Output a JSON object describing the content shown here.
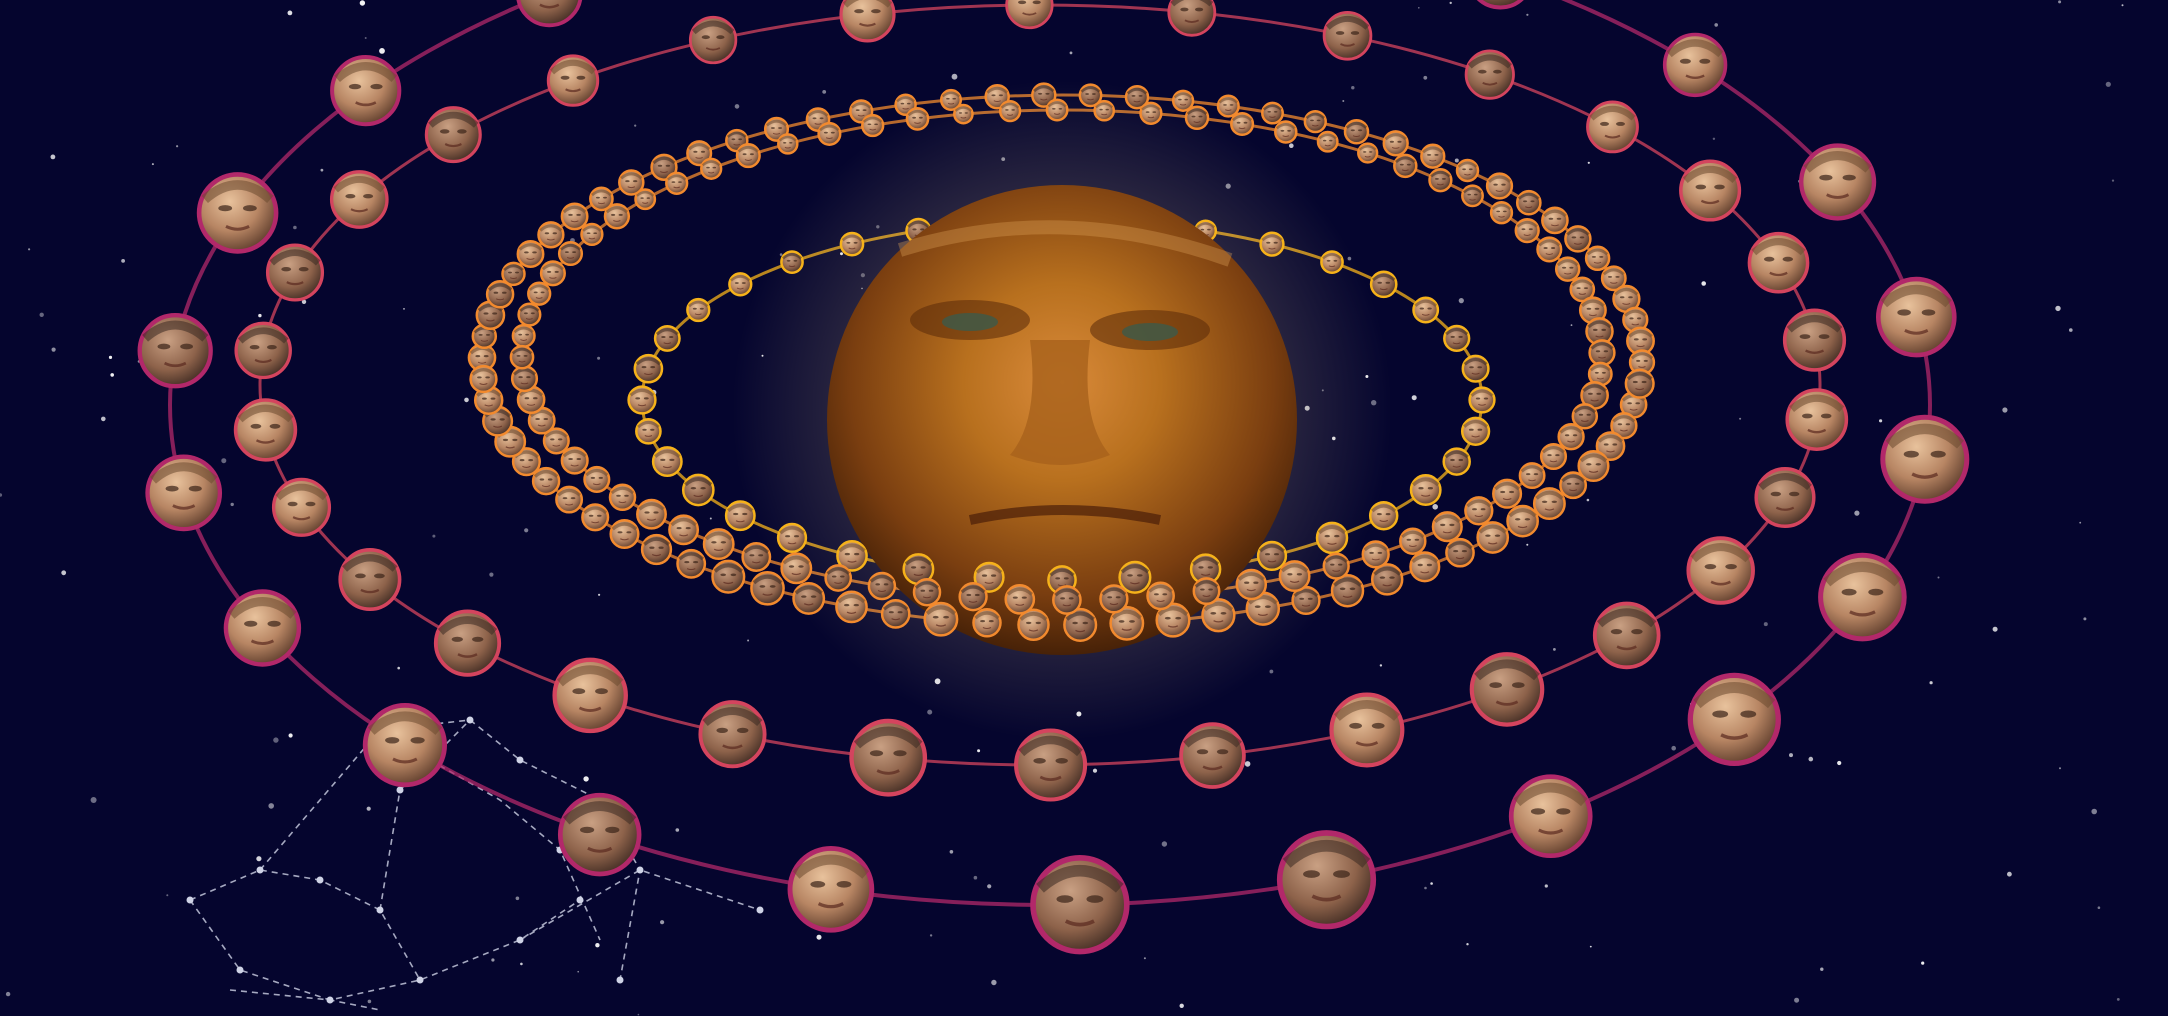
{
  "scene": {
    "background_color": "#05052e",
    "planet_color": "#b8701e",
    "planet_glow_color": "#fff2c8",
    "inner_ring_color": "#f6b21a",
    "middle_ring_color": "#f28a2e",
    "outer_ring_color": "#d4445e",
    "far_ring_color": "#b2286a",
    "constellation_color": "#cfd3e6"
  },
  "rings": [
    {
      "id": "inner",
      "count": 36
    },
    {
      "id": "middle-a",
      "count": 78
    },
    {
      "id": "middle-b",
      "count": 72
    },
    {
      "id": "outer",
      "count": 30
    },
    {
      "id": "far",
      "count": 22
    }
  ]
}
